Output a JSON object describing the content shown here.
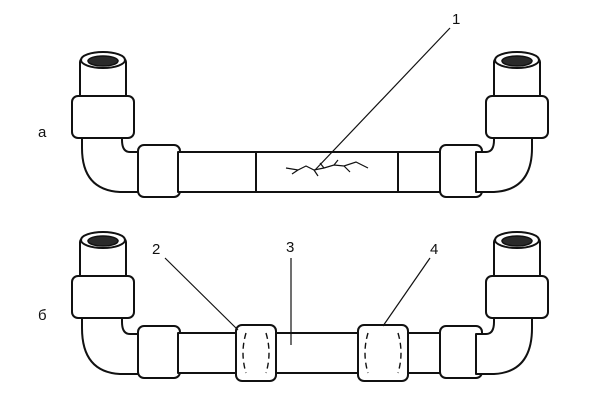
{
  "figure": {
    "label_a": "а",
    "label_b": "б",
    "callouts": {
      "c1": "1",
      "c2": "2",
      "c3": "3",
      "c4": "4"
    }
  }
}
